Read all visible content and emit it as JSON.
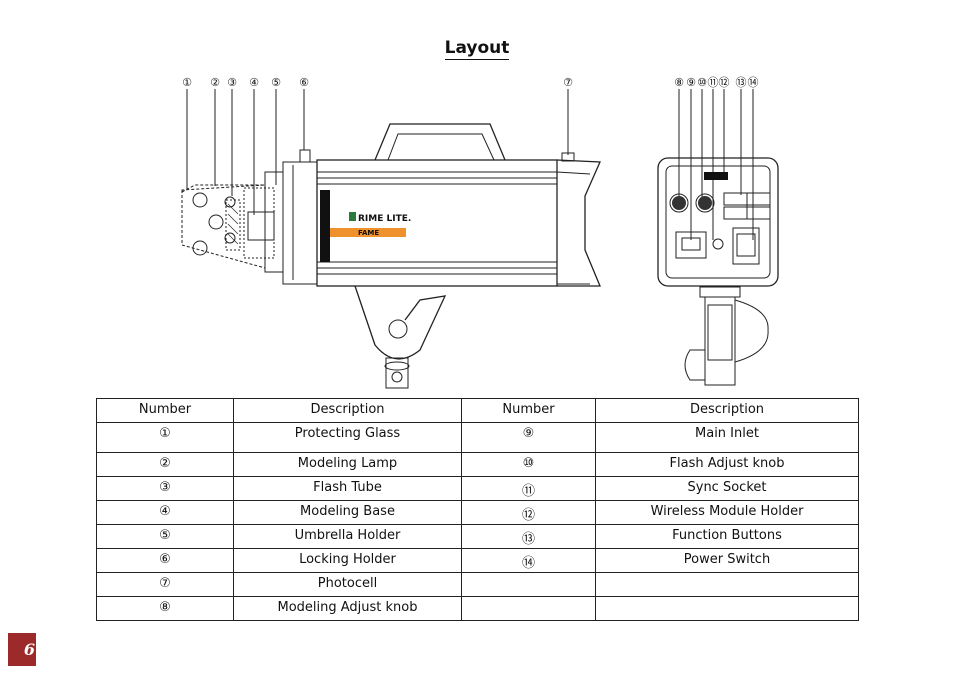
{
  "title": "Layout",
  "figure": {
    "side_callouts": [
      "①",
      "②",
      "③",
      "④",
      "⑤",
      "⑥",
      "⑦"
    ],
    "rear_callouts": [
      "⑧",
      "⑨",
      "⑩",
      "⑪",
      "⑫",
      "⑬",
      "⑭"
    ],
    "brand_logo_text": "RIME LITE.",
    "model_label": "FAME",
    "colors": {
      "model_label_bg": "#f0922b",
      "page_badge": "#9c2a2a"
    }
  },
  "table": {
    "headers": [
      "Number",
      "Description",
      "Number",
      "Description"
    ],
    "rows": [
      [
        "①",
        "Protecting Glass",
        "⑨",
        "Main Inlet"
      ],
      [
        "②",
        "Modeling Lamp",
        "⑩",
        "Flash Adjust knob"
      ],
      [
        "③",
        "Flash Tube",
        "⑪",
        "Sync Socket"
      ],
      [
        "④",
        "Modeling Base",
        "⑫",
        "Wireless Module Holder"
      ],
      [
        "⑤",
        "Umbrella Holder",
        "⑬",
        "Function Buttons"
      ],
      [
        "⑥",
        "Locking Holder",
        "⑭",
        "Power Switch"
      ],
      [
        "⑦",
        "Photocell",
        "",
        ""
      ],
      [
        "⑧",
        "Modeling Adjust knob",
        "",
        ""
      ]
    ]
  },
  "page_number": "6"
}
